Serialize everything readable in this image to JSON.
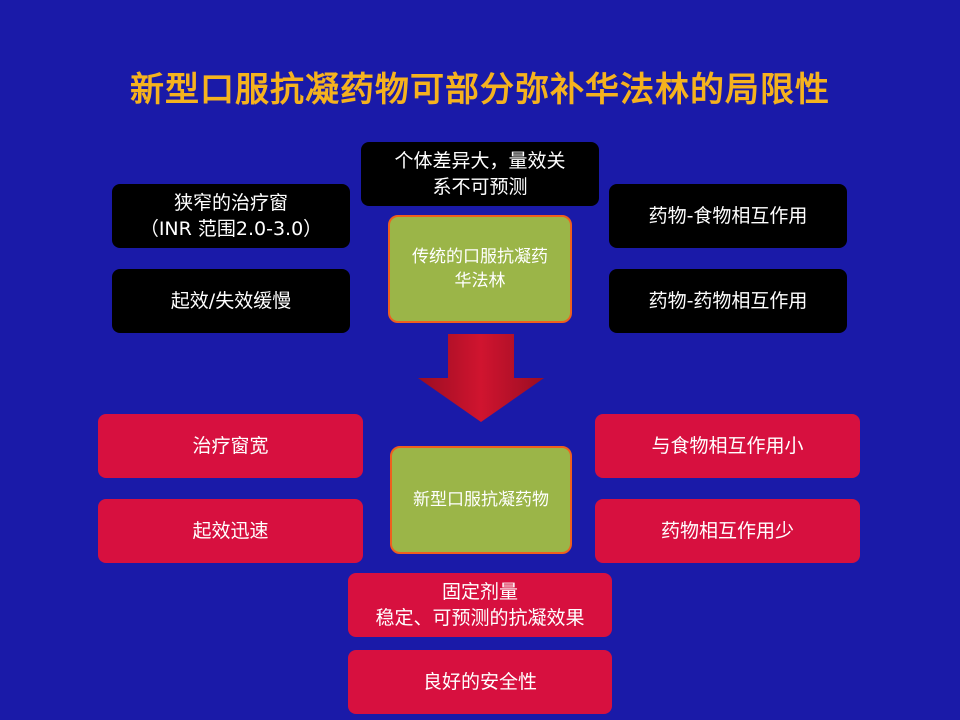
{
  "title": "新型口服抗凝药物可部分弥补华法林的局限性",
  "warfarin": {
    "center": [
      "传统的口服抗凝药",
      "华法林"
    ],
    "top": [
      "个体差异大，量效关",
      "系不可预测"
    ],
    "left_top": [
      "狭窄的治疗窗",
      "（INR 范围2.0-3.0）"
    ],
    "left_bottom": "起效/失效缓慢",
    "right_top": "药物-食物相互作用",
    "right_bottom": "药物-药物相互作用"
  },
  "noac": {
    "center": "新型口服抗凝药物",
    "left_top": "治疗窗宽",
    "left_bottom": "起效迅速",
    "right_top": "与食物相互作用小",
    "right_bottom": "药物相互作用少",
    "bottom_1": [
      "固定剂量",
      "稳定、可预测的抗凝效果"
    ],
    "bottom_2": "良好的安全性"
  },
  "colors": {
    "background": "#1a1aa8",
    "title": "#f5b21e",
    "warfarin_box": "#000000",
    "noac_box": "#d7103f",
    "center_box": "#9bb548",
    "center_border": "#ef5f1e",
    "arrow": "#c8102e"
  }
}
